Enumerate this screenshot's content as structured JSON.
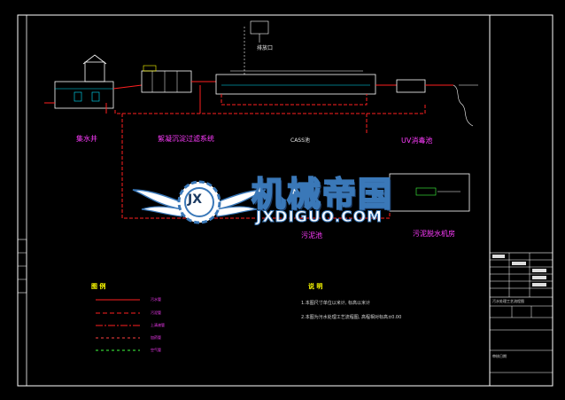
{
  "watermark": {
    "logo_letters": "JX",
    "main_text": "机械帝国",
    "sub_text": "JXDIGUO.COM"
  },
  "drawing": {
    "process_labels": {
      "collection_well": "集水井",
      "pretreatment": "絮凝沉淀过滤系统",
      "cass": "CASS池",
      "uv": "UV消毒池",
      "sludge_tank": "污泥池",
      "sludge_dewatering": "污泥脱水机房"
    },
    "legend": {
      "title": "图 例",
      "items": [
        {
          "label": "污水管",
          "color": "#ff2020",
          "style": "solid"
        },
        {
          "label": "污泥管",
          "color": "#ff2020",
          "style": "dashed"
        },
        {
          "label": "上清液管",
          "color": "#ff2020",
          "style": "dashdot"
        },
        {
          "label": "加药管",
          "color": "#ff4040",
          "style": "dashed"
        },
        {
          "label": "空气管",
          "color": "#40ff40",
          "style": "dashed"
        }
      ]
    },
    "notes": {
      "title": "说 明",
      "line1": "1.本图尺寸单位以米计, 标高以米计",
      "line2": "2.本图为污水处理工艺流程图, 高程相对标高±0.00"
    },
    "outlet_label": "排放口"
  },
  "title_block": {
    "drawing_title": "污水处理工艺流程图",
    "footer": "审核日期"
  },
  "colors": {
    "frame": "#ffffff",
    "sewage": "#ff2020",
    "water": "#00e5ff",
    "equipment": "#ffffff",
    "label": "#ff3cff",
    "air": "#40ff40"
  }
}
